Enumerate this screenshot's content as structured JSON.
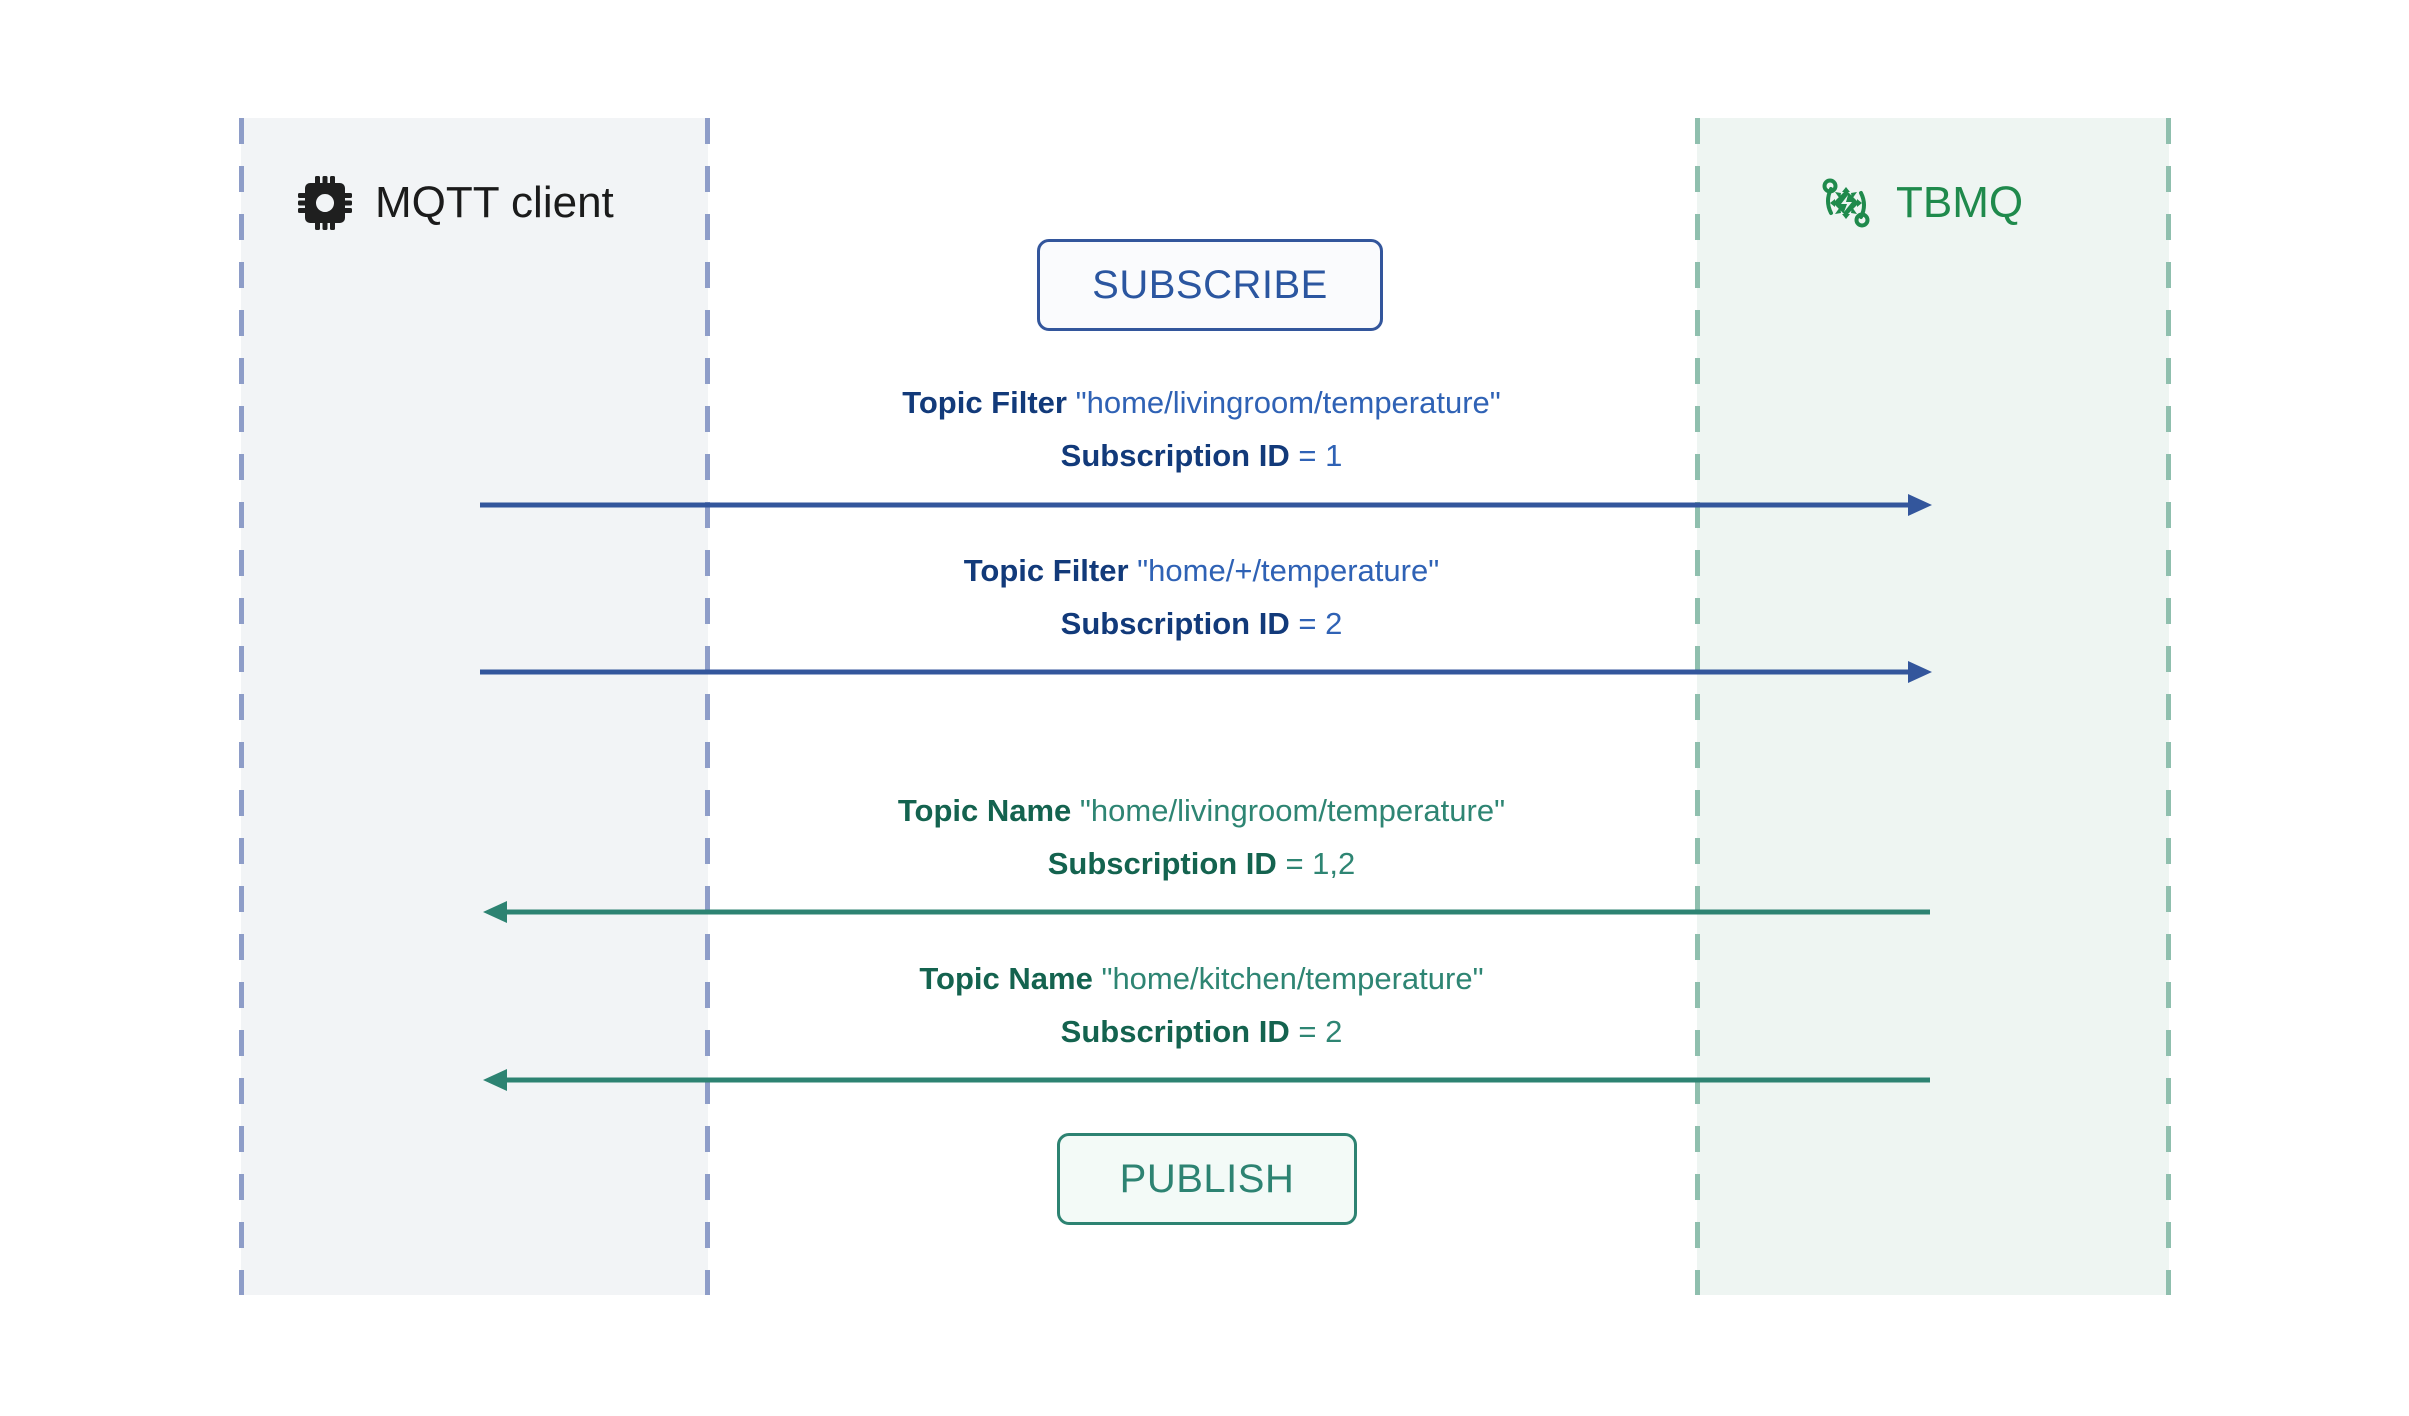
{
  "diagram": {
    "type": "sequence-diagram",
    "title": "MQTT subscription identifier flow between MQTT client and TBMQ",
    "colors": {
      "client_panel": "#f2f4f6",
      "broker_panel": "#eef5f2",
      "client_lifeline": "#8e9dc8",
      "broker_lifeline": "#8fbfae",
      "blue_accent": "#33569c",
      "blue_value": "#2f62b5",
      "blue_key": "#123a7a",
      "green_accent": "#2d8372",
      "green_value": "#2e8573",
      "green_key": "#14634f",
      "tbmq_green": "#1f8a4c"
    }
  },
  "participants": [
    {
      "id": "client",
      "label": "MQTT client",
      "icon": "chip-icon"
    },
    {
      "id": "broker",
      "label": "TBMQ",
      "icon": "tbmq-logo-icon"
    }
  ],
  "operations": [
    {
      "id": "subscribe",
      "label": "SUBSCRIBE"
    },
    {
      "id": "publish",
      "label": "PUBLISH"
    }
  ],
  "messages": [
    {
      "id": "sub-1",
      "direction": "client-to-broker",
      "color": "blue",
      "lines": [
        {
          "key": "Topic Filter",
          "value": "\"home/livingroom/temperature\""
        },
        {
          "key": "Subscription ID",
          "value": "= 1"
        }
      ]
    },
    {
      "id": "sub-2",
      "direction": "client-to-broker",
      "color": "blue",
      "lines": [
        {
          "key": "Topic Filter",
          "value": "\"home/+/temperature\""
        },
        {
          "key": "Subscription ID",
          "value": "= 2"
        }
      ]
    },
    {
      "id": "pub-1",
      "direction": "broker-to-client",
      "color": "green",
      "lines": [
        {
          "key": "Topic Name",
          "value": "\"home/livingroom/temperature\""
        },
        {
          "key": "Subscription ID",
          "value": "= 1,2"
        }
      ]
    },
    {
      "id": "pub-2",
      "direction": "broker-to-client",
      "color": "green",
      "lines": [
        {
          "key": "Topic Name",
          "value": "\"home/kitchen/temperature\""
        },
        {
          "key": "Subscription ID",
          "value": "= 2"
        }
      ]
    }
  ]
}
